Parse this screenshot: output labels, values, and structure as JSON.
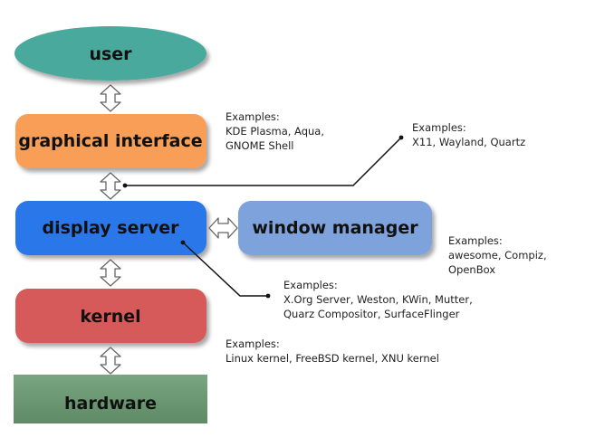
{
  "layers": [
    {
      "id": "user",
      "label": "user",
      "color": "#48a99c"
    },
    {
      "id": "graphical_interface",
      "label": "graphical interface",
      "color": "#f89e56"
    },
    {
      "id": "display_server",
      "label": "display server",
      "color": "#2c77e9"
    },
    {
      "id": "kernel",
      "label": "kernel",
      "color": "#d75a5a"
    },
    {
      "id": "hardware",
      "label": "hardware",
      "color": "#6a9571"
    }
  ],
  "window_manager": {
    "label": "window manager",
    "color": "#7ea3dc"
  },
  "notes": {
    "graphical_interface": {
      "lines": [
        "Examples:",
        "KDE Plasma, Aqua,",
        "GNOME Shell"
      ]
    },
    "display_protocol": {
      "lines": [
        "Examples:",
        "X11, Wayland, Quartz"
      ]
    },
    "window_manager": {
      "lines": [
        "Examples:",
        "awesome, Compiz,",
        "OpenBox"
      ]
    },
    "display_server": {
      "lines": [
        "Examples:",
        "X.Org Server, Weston, KWin, Mutter,",
        "Quarz Compositor, SurfaceFlinger"
      ]
    },
    "kernel": {
      "lines": [
        "Examples:",
        "Linux kernel, FreeBSD kernel,  XNU kernel"
      ]
    }
  }
}
